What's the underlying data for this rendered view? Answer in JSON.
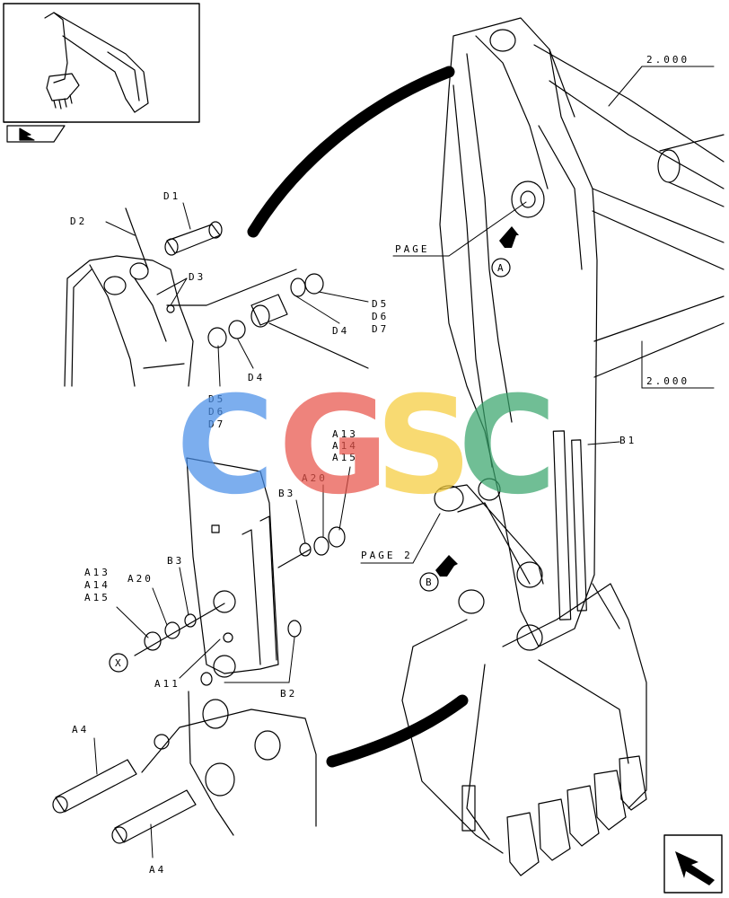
{
  "diagram": {
    "labels": {
      "d1": "D1",
      "d2": "D2",
      "d3": "D3",
      "d567_a": "D5",
      "d567_b": "D6",
      "d567_c": "D7",
      "d4": "D4",
      "d4_lower": "D4",
      "d567_lower_a": "D5",
      "d567_lower_b": "D6",
      "d567_lower_c": "D7",
      "a13_top": "A13",
      "a14_top": "A14",
      "a15_top": "A15",
      "a20_top": "A20",
      "b3_top": "B3",
      "a13_left": "A13",
      "a14_left": "A14",
      "a15_left": "A15",
      "a20_left": "A20",
      "b3_left": "B3",
      "a11": "A11",
      "b2": "B2",
      "x": "X",
      "a4_upper": "A4",
      "a4_lower": "A4",
      "page_top": "PAGE",
      "page_mid": "PAGE 2",
      "circle_a": "A",
      "circle_b": "B",
      "b1": "B1",
      "ref_top": "2.000",
      "ref_mid": "2.000"
    },
    "watermark": {
      "c1": "C",
      "g": "G",
      "s": "S",
      "c2": "C"
    },
    "colors": {
      "blue": "#4a8fe8",
      "red": "#e8544a",
      "yellow": "#f6cd3c",
      "green": "#3aa66d",
      "ink": "#000000"
    }
  }
}
